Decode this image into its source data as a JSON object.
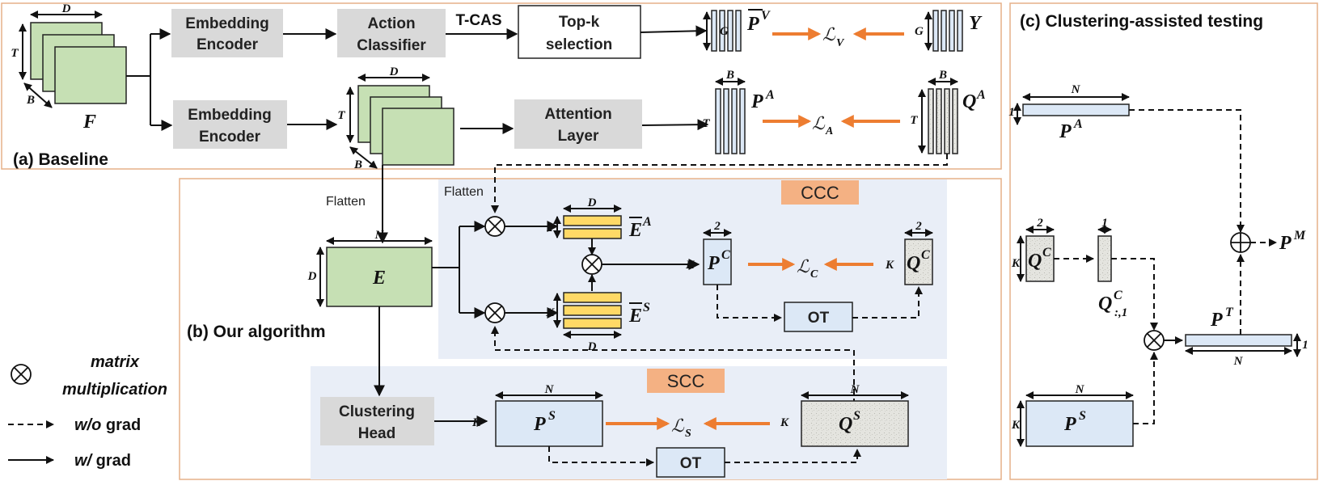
{
  "sections": {
    "baseline": "(a) Baseline",
    "ours": "(b) Our algorithm",
    "testing": "(c) Clustering-assisted testing"
  },
  "boxes": {
    "embed1_line1": "Embedding",
    "embed1_line2": "Encoder",
    "embed2_line1": "Embedding",
    "embed2_line2": "Encoder",
    "action_line1": "Action",
    "action_line2": "Classifier",
    "topk_line1": "Top-k",
    "topk_line2": "selection",
    "attn_line1": "Attention",
    "attn_line2": "Layer",
    "clus_line1": "Clustering",
    "clus_line2": "Head",
    "ot1": "OT",
    "ot2": "OT"
  },
  "tags": {
    "ccc": "CCC",
    "scc": "SCC"
  },
  "labels": {
    "tcas": "T-CAS",
    "flatten1": "Flatten",
    "flatten2": "Flatten"
  },
  "dims": {
    "D": "D",
    "T": "T",
    "B": "B",
    "G": "G",
    "N": "N",
    "K": "K",
    "one": "1",
    "two": "2"
  },
  "symbols": {
    "F": "F",
    "E": "E",
    "Y": "Y",
    "P": "P",
    "Q": "Q",
    "Ebar": "E",
    "supV": "V",
    "supA": "A",
    "supC": "C",
    "supS": "S",
    "supT": "T",
    "supM": "M",
    "sub_c1": ":,1",
    "loss_L": "ℒ",
    "subV": "V",
    "subA": "A",
    "subC": "C",
    "subS": "S"
  },
  "legend": {
    "matmul_line1": "matrix",
    "matmul_line2": "multiplication",
    "nograd_em": "w/o",
    "nograd_txt": " grad",
    "grad_em": "w/",
    "grad_txt": " grad"
  },
  "colors": {
    "section_border": "#e6b089",
    "panel_bg": "#e9eef7",
    "orange_tag": "#f4b183",
    "orange_arrow": "#ed7d31"
  }
}
